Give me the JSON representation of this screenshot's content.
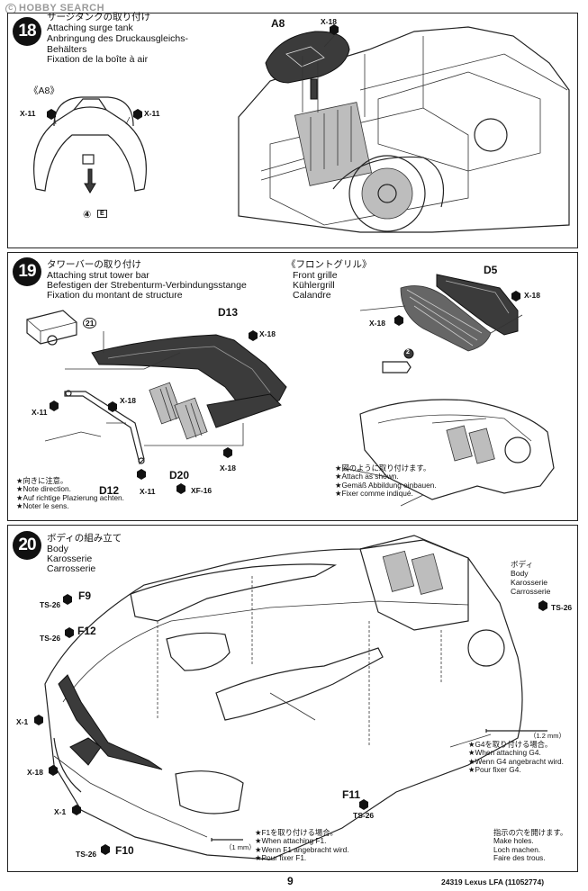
{
  "watermark": "HOBBY SEARCH",
  "step18": {
    "number": "18",
    "title_jp": "サージタンクの取り付け",
    "title_en": "Attaching surge tank",
    "title_de": "Anbringung des Druckausgleichs-\nBehälters",
    "title_fr": "Fixation de la boîte à air",
    "part_label": "《A8》",
    "a8": "A8",
    "x18": "X-18",
    "x11_left": "X-11",
    "x11_right": "X-11",
    "ref": "④",
    "ref_icon": "E"
  },
  "step19": {
    "number": "19",
    "title_jp": "タワーバーの取り付け",
    "title_en": "Attaching strut tower bar",
    "title_de": "Befestigen der Strebenturm-Verbindungsstange",
    "title_fr": "Fixation du montant de structure",
    "ref21": "21",
    "d13": "D13",
    "d12": "D12",
    "d20": "D20",
    "x18_a": "X-18",
    "x18_b": "X-18",
    "x18_c": "X-18",
    "x11_a": "X-11",
    "x11_b": "X-11",
    "xf16": "XF-16",
    "note_left": "★向きに注意。\n★Note direction.\n★Auf richtige Plazierung achten.\n★Noter le sens.",
    "grille_jp": "《フロントグリル》",
    "grille_en": "Front grille",
    "grille_de": "Kühlergrill",
    "grille_fr": "Calandre",
    "d5": "D5",
    "x18_g1": "X-18",
    "x18_g2": "X-18",
    "ref2": "2",
    "note_right": "★図のように取り付けます。\n★Attach as shown.\n★Gemäß Abbildung einbauen.\n★Fixer comme indiqué."
  },
  "step20": {
    "number": "20",
    "title_jp": "ボディの組み立て",
    "title_en": "Body",
    "title_de": "Karosserie",
    "title_fr": "Carrosserie",
    "body_label": "ボディ\nBody\nKarosserie\nCarrosserie",
    "ts26_body": "TS-26",
    "f9": "F9",
    "ts26_f9": "TS-26",
    "f12": "F12",
    "ts26_f12": "TS-26",
    "x1_a": "X-1",
    "x18": "X-18",
    "x1_b": "X-1",
    "f11": "F11",
    "ts26_f11": "TS-26",
    "f10": "F10",
    "ts26_f10": "TS-26",
    "drill_12": "（1.2 mm）",
    "drill_1": "（1 mm）",
    "note_g4": "★G4を取り付ける場合。\n★When attaching G4.\n★Wenn G4 angebracht wird.\n★Pour fixer G4.",
    "note_f1": "★F1を取り付ける場合。\n★When attaching F1.\n★Wenn F1 angebracht wird.\n★Pour fixer F1.",
    "note_holes": "指示の穴を開けます。\nMake holes.\nLoch machen.\nFaire des trous."
  },
  "footer": {
    "page": "9",
    "product": "24319  Lexus LFA (11052774)"
  }
}
